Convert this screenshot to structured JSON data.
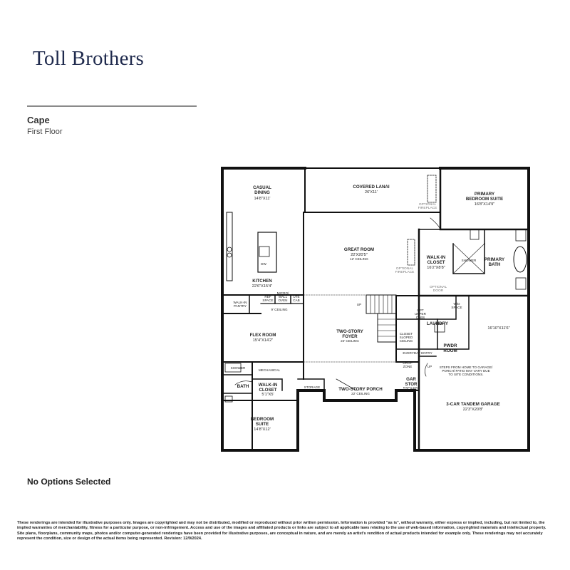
{
  "brand": {
    "logo_text": "Toll Brothers",
    "logo_color": "#1f2a4d"
  },
  "plan": {
    "name": "Cape",
    "floor": "First Floor"
  },
  "rooms": {
    "casual_dining": {
      "name": "CASUAL\nDINING",
      "dim": "14'8\"X11'"
    },
    "covered_lanai": {
      "name": "COVERED LANAI",
      "dim": "26'X11'"
    },
    "primary_bedroom": {
      "name": "PRIMARY\nBEDROOM SUITE",
      "dim": "16'8\"X14'9\""
    },
    "great_room": {
      "name": "GREAT ROOM",
      "dim": "22'X20'5\"",
      "note": "12' CEILING"
    },
    "walk_in_closet_primary": {
      "name": "WALK-IN\nCLOSET",
      "dim": "16'2\"X8'8\""
    },
    "shower_primary": "SHOWER",
    "primary_bath": {
      "name": "PRIMARY\nBATH"
    },
    "kitchen": {
      "name": "KITCHEN",
      "dim": "22'6\"X15'4\""
    },
    "dw": "DW",
    "ref_space": "REF\nSPACE",
    "micro_wall_oven": "MICRO/\nWALL\nOVEN",
    "ute_cab": "UTE\nCAB",
    "walk_in_pantry": "WALK-IN\nPANTRY",
    "ceiling_9": "9' CEILING",
    "flex_room": {
      "name": "FLEX ROOM",
      "dim": "15'4\"X14'2\""
    },
    "two_story_foyer": {
      "name": "TWO-STORY\nFOYER",
      "note": "22' CEILING"
    },
    "up1": "UP",
    "closet_sloped": "CLOSET\nSLOPED\nCEILING",
    "opt_upper_cabs": "OPT\nUPPER\nCABS",
    "wd_space": "W/D\nSPACE",
    "laundry": "LAUNDRY",
    "garage_front": {
      "dim": "16'10\"X11'6\""
    },
    "pwdr_room": "PWDR\nROOM",
    "everyday_entry": "EVERYDAY ENTRY",
    "drop_zone": "DROP\nZONE",
    "up2": "UP",
    "steps_note": "STEPS FROM HOME TO GARAGE/\nPORCH/ PATIO MAY VARY DUE\nTO SITE CONDITIONS.",
    "gar_stor": {
      "name": "GAR\nSTOR",
      "dim": "5'9\"X4'6\""
    },
    "tandem_garage": {
      "name": "3-CAR TANDEM GARAGE",
      "dim": "22'3\"X20'8\""
    },
    "shower_bath2": "SHOWER",
    "mechanical": "MECHANICAL",
    "bath": "BATH",
    "walk_in_closet_2": {
      "name": "WALK-IN\nCLOSET",
      "dim": "5'1\"X5'"
    },
    "storage": "STORAGE",
    "porch": {
      "name": "TWO-STORY PORCH",
      "note": "22' CEILING"
    },
    "bedroom_suite": {
      "name": "BEDROOM\nSUITE",
      "dim": "14'8\"X12'"
    },
    "optional_fireplace_1": "OPTIONAL\nFIREPLACE",
    "optional_fireplace_2": "OPTIONAL\nFIREPLACE",
    "optional_door": "OPTIONAL\nDOOR"
  },
  "footer": {
    "options": "No Options Selected",
    "disclaimer": "These renderings are intended for illustrative purposes only. Images are copyrighted and may not be distributed, modified or reproduced without prior written permission. Information is provided \"as is\", without warranty, either express or implied, including, but not limited to, the implied warranties of merchantability, fitness for a particular purpose, or non-infringement. Access and use of the images and affiliated products or links are subject to all applicable laws relating to the use of web-based information, copyrighted materials and intellectual property. Site plans, floorplans, community maps, photos and/or computer-generated renderings have been provided for illustrative purposes, are conceptual in nature, and are merely an artist's rendition of actual products intended for example only. These renderings may not accurately represent the condition, size or design of the actual items being represented. Revision: 12/9/2024."
  }
}
